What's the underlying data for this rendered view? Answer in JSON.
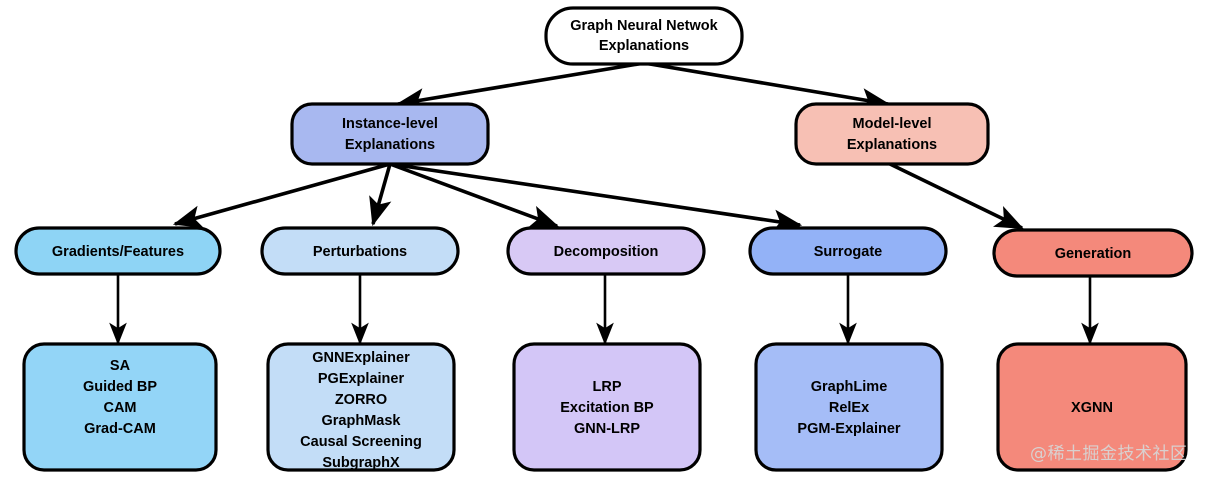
{
  "diagram": {
    "type": "taxonomy-tree",
    "title": "Graph Neural Netwok Explanations",
    "colors": {
      "root": "#ffffff",
      "instance_level": "#a8b8f0",
      "model_level": "#f7c0b4",
      "gradients_features": "#8ed4f5",
      "perturbations": "#c3ddf7",
      "decomposition": "#d8c9f5",
      "surrogate": "#93b2f7",
      "generation": "#f4897b",
      "leaf_gradients": "#93d5f7",
      "leaf_perturbations": "#c3ddf7",
      "leaf_decomposition": "#d3c6f7",
      "leaf_surrogate": "#a5bdf7",
      "leaf_generation": "#f4897b",
      "border": "#000000",
      "text": "#000000",
      "watermark": "#d7d7d7"
    },
    "nodes": {
      "root": {
        "name": "root-node",
        "lines": [
          "Graph Neural Netwok",
          "Explanations"
        ]
      },
      "instance_level": {
        "name": "instance-level-node",
        "lines": [
          "Instance-level",
          "Explanations"
        ]
      },
      "model_level": {
        "name": "model-level-node",
        "lines": [
          "Model-level",
          "Explanations"
        ]
      },
      "gradients_features": {
        "name": "gradients-features-node",
        "lines": [
          "Gradients/Features"
        ]
      },
      "perturbations": {
        "name": "perturbations-node",
        "lines": [
          "Perturbations"
        ]
      },
      "decomposition": {
        "name": "decomposition-node",
        "lines": [
          "Decomposition"
        ]
      },
      "surrogate": {
        "name": "surrogate-node",
        "lines": [
          "Surrogate"
        ]
      },
      "generation": {
        "name": "generation-node",
        "lines": [
          "Generation"
        ]
      },
      "leaf_gradients": {
        "name": "gradients-methods-node",
        "lines": [
          "SA",
          "Guided BP",
          "CAM",
          "Grad-CAM"
        ]
      },
      "leaf_perturbations": {
        "name": "perturbations-methods-node",
        "lines": [
          "GNNExplainer",
          "PGExplainer",
          "ZORRO",
          "GraphMask",
          "Causal Screening",
          "SubgraphX"
        ]
      },
      "leaf_decomposition": {
        "name": "decomposition-methods-node",
        "lines": [
          "LRP",
          "Excitation BP",
          "GNN-LRP"
        ]
      },
      "leaf_surrogate": {
        "name": "surrogate-methods-node",
        "lines": [
          "GraphLime",
          "RelEx",
          "PGM-Explainer"
        ]
      },
      "leaf_generation": {
        "name": "generation-methods-node",
        "lines": [
          "XGNN"
        ]
      }
    },
    "edges": [
      {
        "from": "root",
        "to": "instance_level"
      },
      {
        "from": "root",
        "to": "model_level"
      },
      {
        "from": "instance_level",
        "to": "gradients_features"
      },
      {
        "from": "instance_level",
        "to": "perturbations"
      },
      {
        "from": "instance_level",
        "to": "decomposition"
      },
      {
        "from": "instance_level",
        "to": "surrogate"
      },
      {
        "from": "model_level",
        "to": "generation"
      },
      {
        "from": "gradients_features",
        "to": "leaf_gradients"
      },
      {
        "from": "perturbations",
        "to": "leaf_perturbations"
      },
      {
        "from": "decomposition",
        "to": "leaf_decomposition"
      },
      {
        "from": "surrogate",
        "to": "leaf_surrogate"
      },
      {
        "from": "generation",
        "to": "leaf_generation"
      }
    ]
  },
  "watermark": {
    "text": "@稀土掘金技术社区"
  }
}
